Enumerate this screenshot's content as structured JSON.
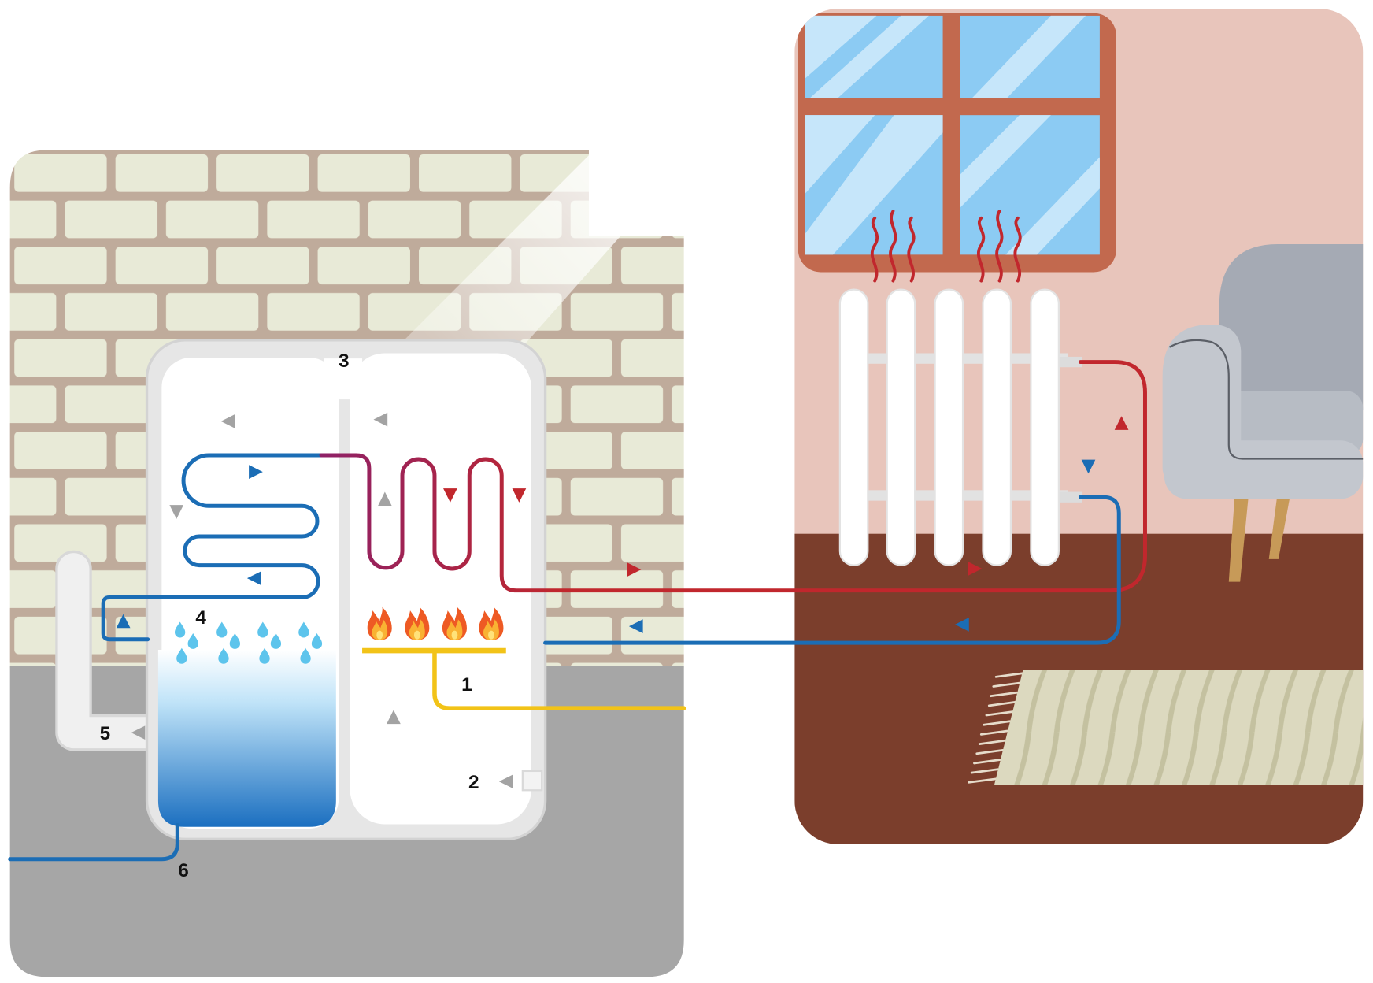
{
  "labels": {
    "l1": "1",
    "l2": "2",
    "l3": "3",
    "l4": "4",
    "l5": "5",
    "l6": "6"
  },
  "colors": {
    "cold_water": "#1b6db5",
    "hot_water": "#c1272d",
    "hot_water_start": "#8e2167",
    "gas": "#f2c318",
    "flow_arrow": "#a3a3a3",
    "brick": "#e8ead7",
    "mortar": "#bfab9b",
    "basement_floor": "#a6a6a6",
    "room_wall": "#e8c5bb",
    "room_floor": "#7b3e2c",
    "window_frame": "#c2694e",
    "window_glass": "#8ccbf3",
    "radiator": "#ffffff",
    "armchair": "#b7bcc4",
    "chair_legs": "#c79a58",
    "rug": "#dcd9bf",
    "flame": "#ee5a24",
    "water_drop": "#5dc4ec",
    "tank_water": "#1b6fc0"
  },
  "icons": {
    "burner_flame": "flame-icon",
    "water_drop": "water-drop-icon",
    "flow_direction": "arrow-icon",
    "radiated_heat": "heat-wave-icon"
  }
}
